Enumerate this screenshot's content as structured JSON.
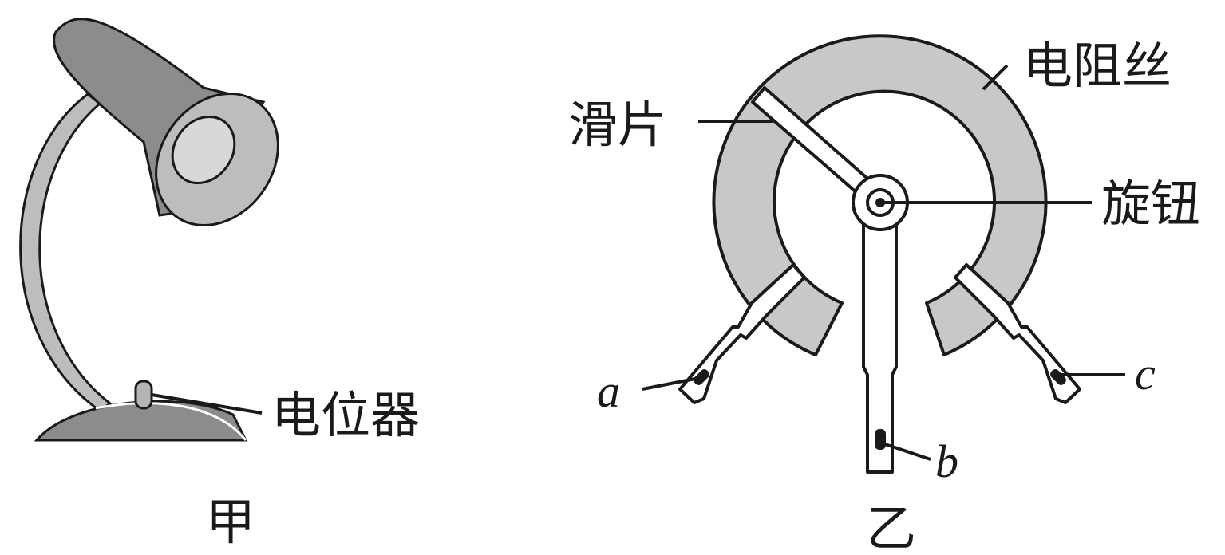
{
  "figure_jia": {
    "caption": "甲",
    "potentiometer_label": "电位器"
  },
  "figure_yi": {
    "caption": "乙",
    "resistance_wire_label": "电阻丝",
    "slider_label": "滑片",
    "knob_label": "旋钮",
    "terminal_a": "a",
    "terminal_b": "b",
    "terminal_c": "c"
  },
  "colors": {
    "line": "#1a1a1a",
    "lamp_gray": "#8c8c8c",
    "lamp_light": "#d8d8d8",
    "wire_gray": "#c8c8c8"
  }
}
